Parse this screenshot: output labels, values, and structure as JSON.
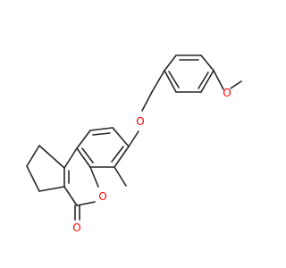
{
  "structure": {
    "colors": {
      "bond": "#262626",
      "oxygen": "#ff0000",
      "background": "#ffffff"
    },
    "atoms": {
      "ether_oxygen": "O",
      "methoxy_oxygen": "O",
      "ring_oxygen": "O",
      "carbonyl_oxygen": "O"
    }
  }
}
